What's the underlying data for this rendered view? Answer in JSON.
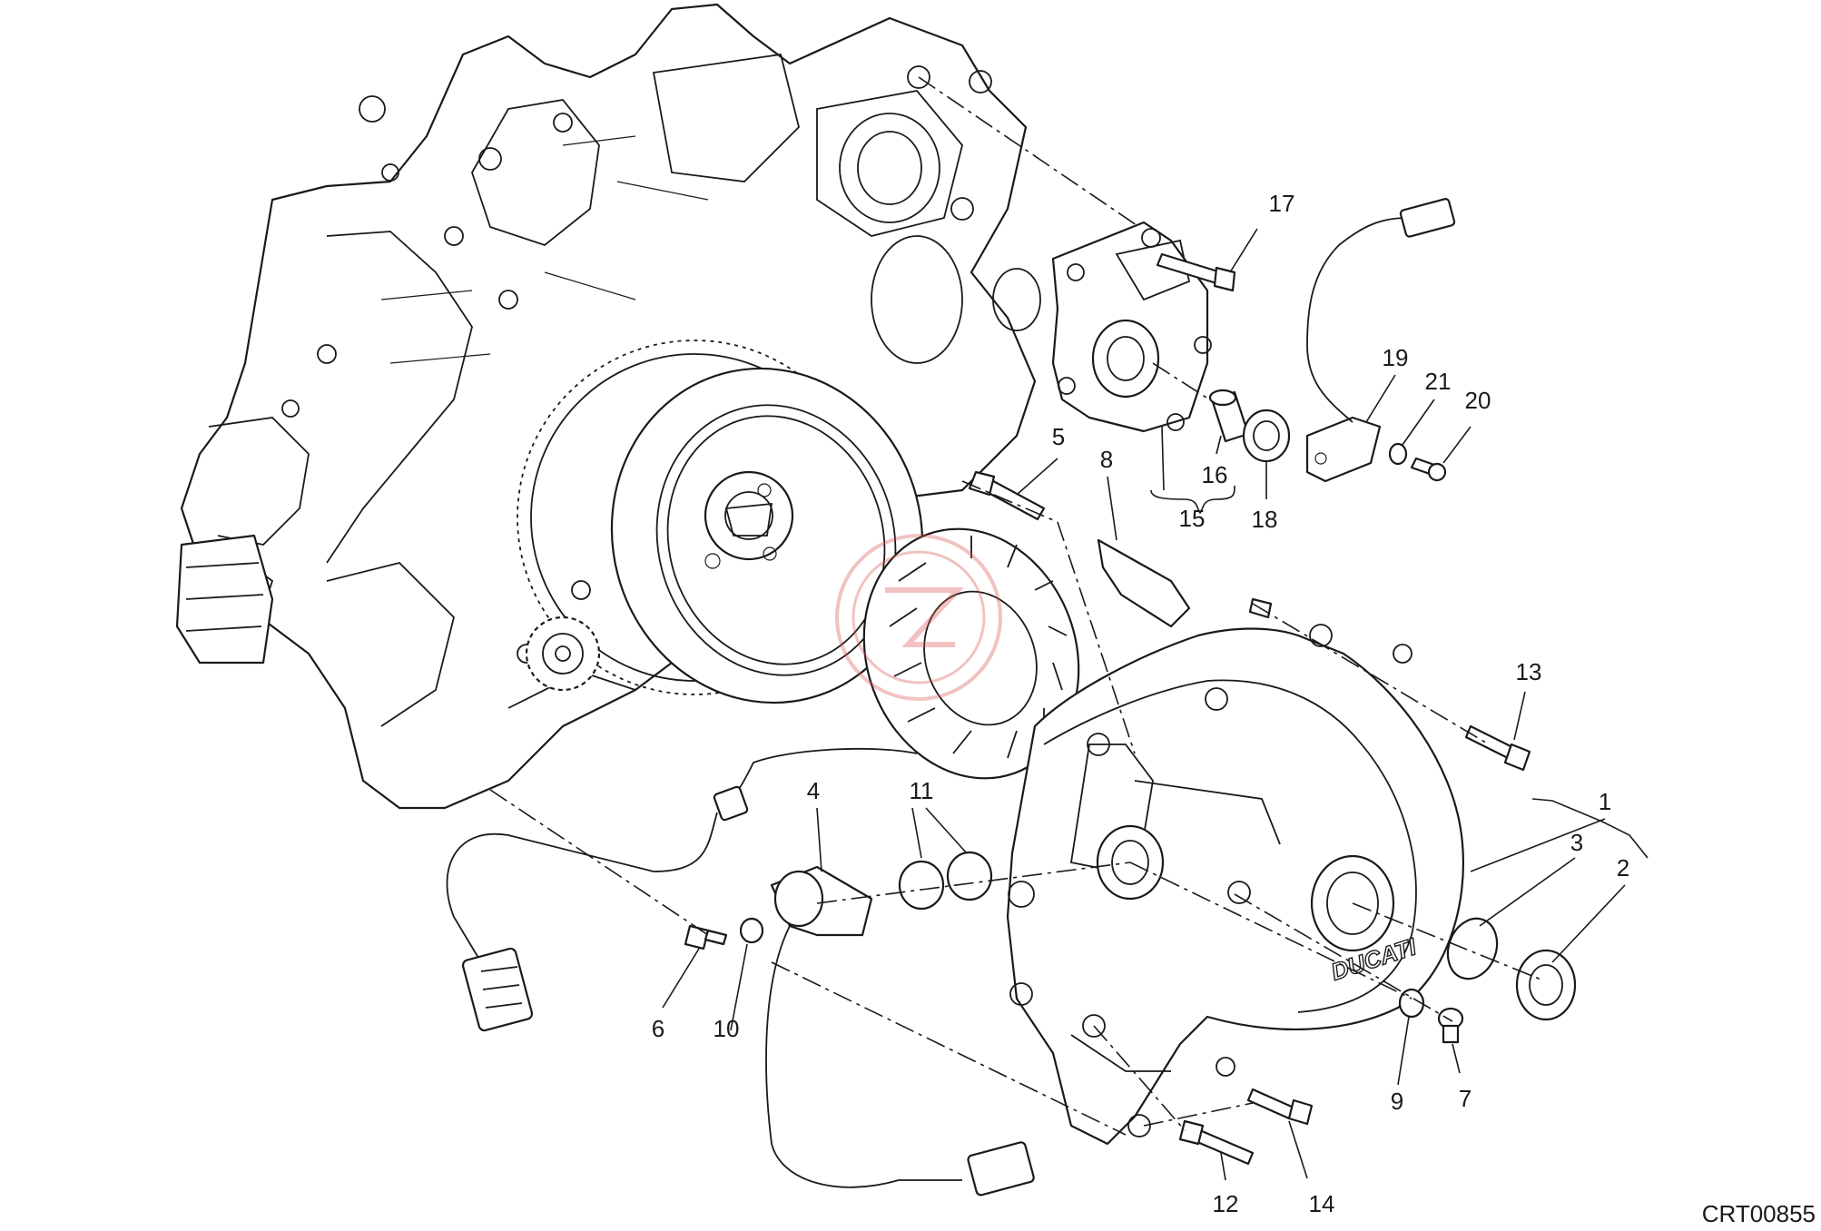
{
  "drawing": {
    "code": "CRT00855",
    "cover_brand": "DUCATI",
    "watermark_color": "#d9534f"
  },
  "callouts": [
    "1",
    "2",
    "3",
    "4",
    "5",
    "6",
    "7",
    "8",
    "9",
    "10",
    "11",
    "12",
    "13",
    "14",
    "15",
    "16",
    "17",
    "18",
    "19",
    "20",
    "21"
  ]
}
